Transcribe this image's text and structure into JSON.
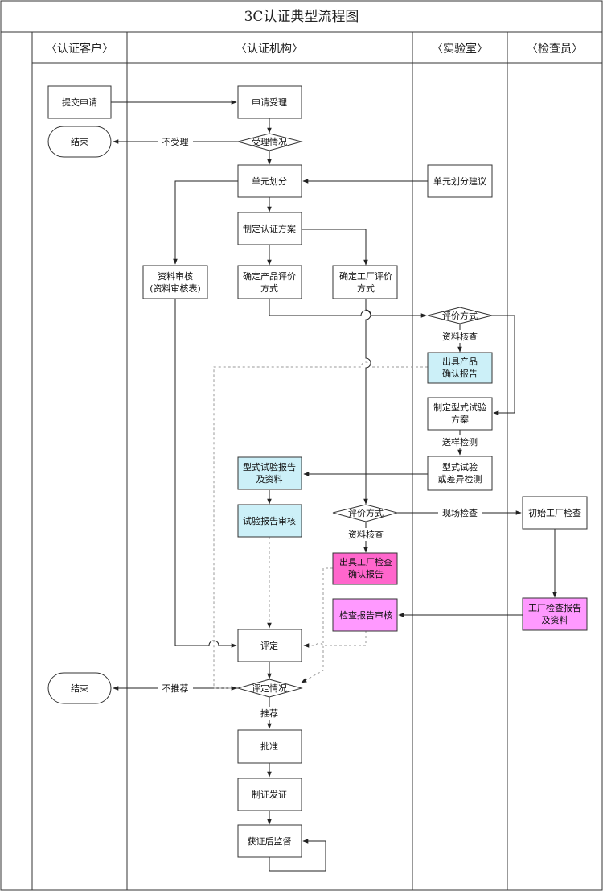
{
  "title": "3C认证典型流程图",
  "lanes": {
    "client": "〈认证客户〉",
    "org": "〈认证机构〉",
    "lab": "〈实验室〉",
    "inspector": "〈检查员〉"
  },
  "nodes": {
    "submit": "提交申请",
    "accept": "申请受理",
    "end1": "结束",
    "reject_label": "不受理",
    "accept_status": "受理情况",
    "unit_divide": "单元划分",
    "unit_suggest": "单元划分建议",
    "plan": "制定认证方案",
    "doc_review": [
      "资料审核",
      "(资料审核表)"
    ],
    "product_eval": [
      "确定产品评价",
      "方式"
    ],
    "factory_eval": [
      "确定工厂评价",
      "方式"
    ],
    "eval_mode1": "评价方式",
    "doc_check1": "资料核查",
    "product_confirm": [
      "出具产品",
      "确认报告"
    ],
    "type_test_plan": [
      "制定型式试验",
      "方案"
    ],
    "send_sample": "送样检测",
    "type_test": [
      "型式试验",
      "或差异检测"
    ],
    "type_report": [
      "型式试验报告",
      "及资料"
    ],
    "report_review": "试验报告审核",
    "eval_mode2": "评价方式",
    "onsite": "现场检查",
    "initial_factory": "初始工厂检查",
    "doc_check2": "资料核查",
    "factory_confirm": [
      "出具工厂检查",
      "确认报告"
    ],
    "inspect_review": "检查报告审核",
    "factory_report": [
      "工厂检查报告",
      "及资料"
    ],
    "evaluate": "评定",
    "end2": "结束",
    "not_recommend": "不推荐",
    "eval_status": "评定情况",
    "recommend": "推荐",
    "approve": "批准",
    "issue": "制证发证",
    "supervise": "获证后监督"
  },
  "colors": {
    "line": "#333333",
    "cyan_fill": "#ccf0f8",
    "pink_fill": "#ff66cc",
    "light_pink_fill": "#ff99ff",
    "dashed": "#999999"
  }
}
